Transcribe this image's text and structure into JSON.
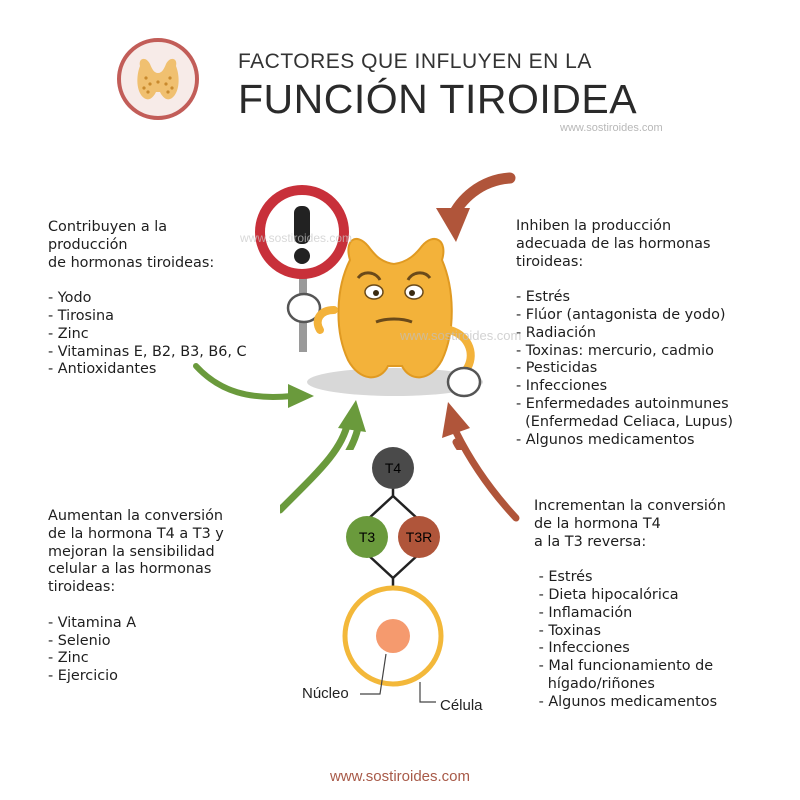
{
  "header": {
    "title_line1": "FACTORES QUE INFLUYEN EN LA",
    "title_line2": "FUNCIÓN TIROIDEA",
    "site": "www.sostiroides.com"
  },
  "top_left": {
    "lines": [
      "Contribuyen a la",
      "producción",
      "de hormonas tiroideas:"
    ],
    "items": [
      "- Yodo",
      "- Tirosina",
      "- Zinc",
      "- Vitaminas E, B2, B3, B6, C",
      "- Antioxidantes"
    ]
  },
  "top_right": {
    "lines": [
      "Inhiben la producción",
      "adecuada de las hormonas",
      "tiroideas:"
    ],
    "items": [
      "- Estrés",
      "- Flúor (antagonista de yodo)",
      "- Radiación",
      "- Toxinas: mercurio, cadmio",
      "- Pesticidas",
      "- Infecciones",
      "- Enfermedades autoinmunes",
      "  (Enfermedad Celiaca, Lupus)",
      "- Algunos medicamentos"
    ]
  },
  "bottom_left": {
    "lines": [
      "Aumentan la conversión",
      "de la hormona T4 a T3 y",
      "mejoran la sensibilidad",
      "celular a las hormonas",
      "tiroideas:"
    ],
    "items": [
      "- Vitamina A",
      "- Selenio",
      "- Zinc",
      "- Ejercicio"
    ]
  },
  "bottom_right": {
    "lines": [
      "Incrementan la conversión",
      "de la hormona T4",
      "a la T3 reversa:"
    ],
    "items": [
      " - Estrés",
      " - Dieta hipocalórica",
      " - Inflamación",
      " - Toxinas",
      " - Infecciones",
      " - Mal funcionamiento de",
      "   hígado/riñones",
      " - Algunos medicamentos"
    ]
  },
  "diagram": {
    "t4": "T4",
    "t3": "T3",
    "t3r": "T3R",
    "nucleus": "Núcleo",
    "cell": "Célula"
  },
  "watermarks": [
    "www.sostiroides.com",
    "www.sostiroides.com"
  ],
  "colors": {
    "green": "#6a9a3c",
    "rust": "#b0553a",
    "t4": "#4a4a4a",
    "t3": "#6a9a3c",
    "t3r": "#b0553a",
    "cell_ring": "#f3b83a",
    "nucleus": "#f59a6e",
    "gland": "#f3b23a",
    "sign_red": "#c8303a"
  },
  "footer": {
    "site": "www.sostiroides.com"
  }
}
